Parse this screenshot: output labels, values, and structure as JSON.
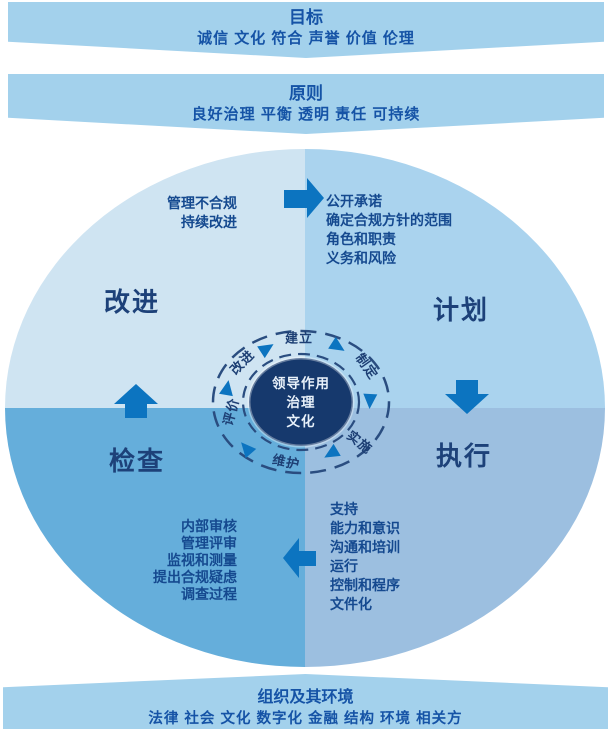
{
  "banners": {
    "goal": {
      "title": "目标",
      "items": "诚信 文化 符合 声誉 价值 伦理"
    },
    "principles": {
      "title": "原则",
      "items": "良好治理 平衡 透明 责任 可持续"
    },
    "context": {
      "title": "组织及其环境",
      "items": "法律 社会 文化 数字化 金融 结构 环境 相关方"
    }
  },
  "cycle": {
    "quadrants": [
      {
        "id": "improve",
        "label": "改进",
        "notes": [
          "管理不合规",
          "持续改进"
        ]
      },
      {
        "id": "plan",
        "label": "计划",
        "notes": [
          "公开承诺",
          "确定合规方针的范围",
          "角色和职责",
          "义务和风险"
        ]
      },
      {
        "id": "check",
        "label": "检查",
        "notes": [
          "内部审核",
          "管理评审",
          "监视和测量",
          "提出合规疑虑",
          "调查过程"
        ]
      },
      {
        "id": "do",
        "label": "执行",
        "notes": [
          "支持",
          "能力和意识",
          "沟通和培训",
          "运行",
          "控制和程序",
          "文件化"
        ]
      }
    ],
    "hub": {
      "lines": [
        "领导作用",
        "治理",
        "文化"
      ]
    },
    "ring": [
      "建立",
      "制定",
      "实施",
      "维护",
      "评价",
      "改进"
    ]
  },
  "colors": {
    "banner_fill": "#a3d1ec",
    "quadrant_improve": "#cfe4f2",
    "quadrant_plan": "#aad3ee",
    "quadrant_check": "#65aedb",
    "quadrant_do": "#9cbfe0",
    "hub_fill": "#16396d",
    "arrow_blue": "#0c74c0",
    "dash_ring": "#2a4d80",
    "text_navy": "#1d4179"
  }
}
